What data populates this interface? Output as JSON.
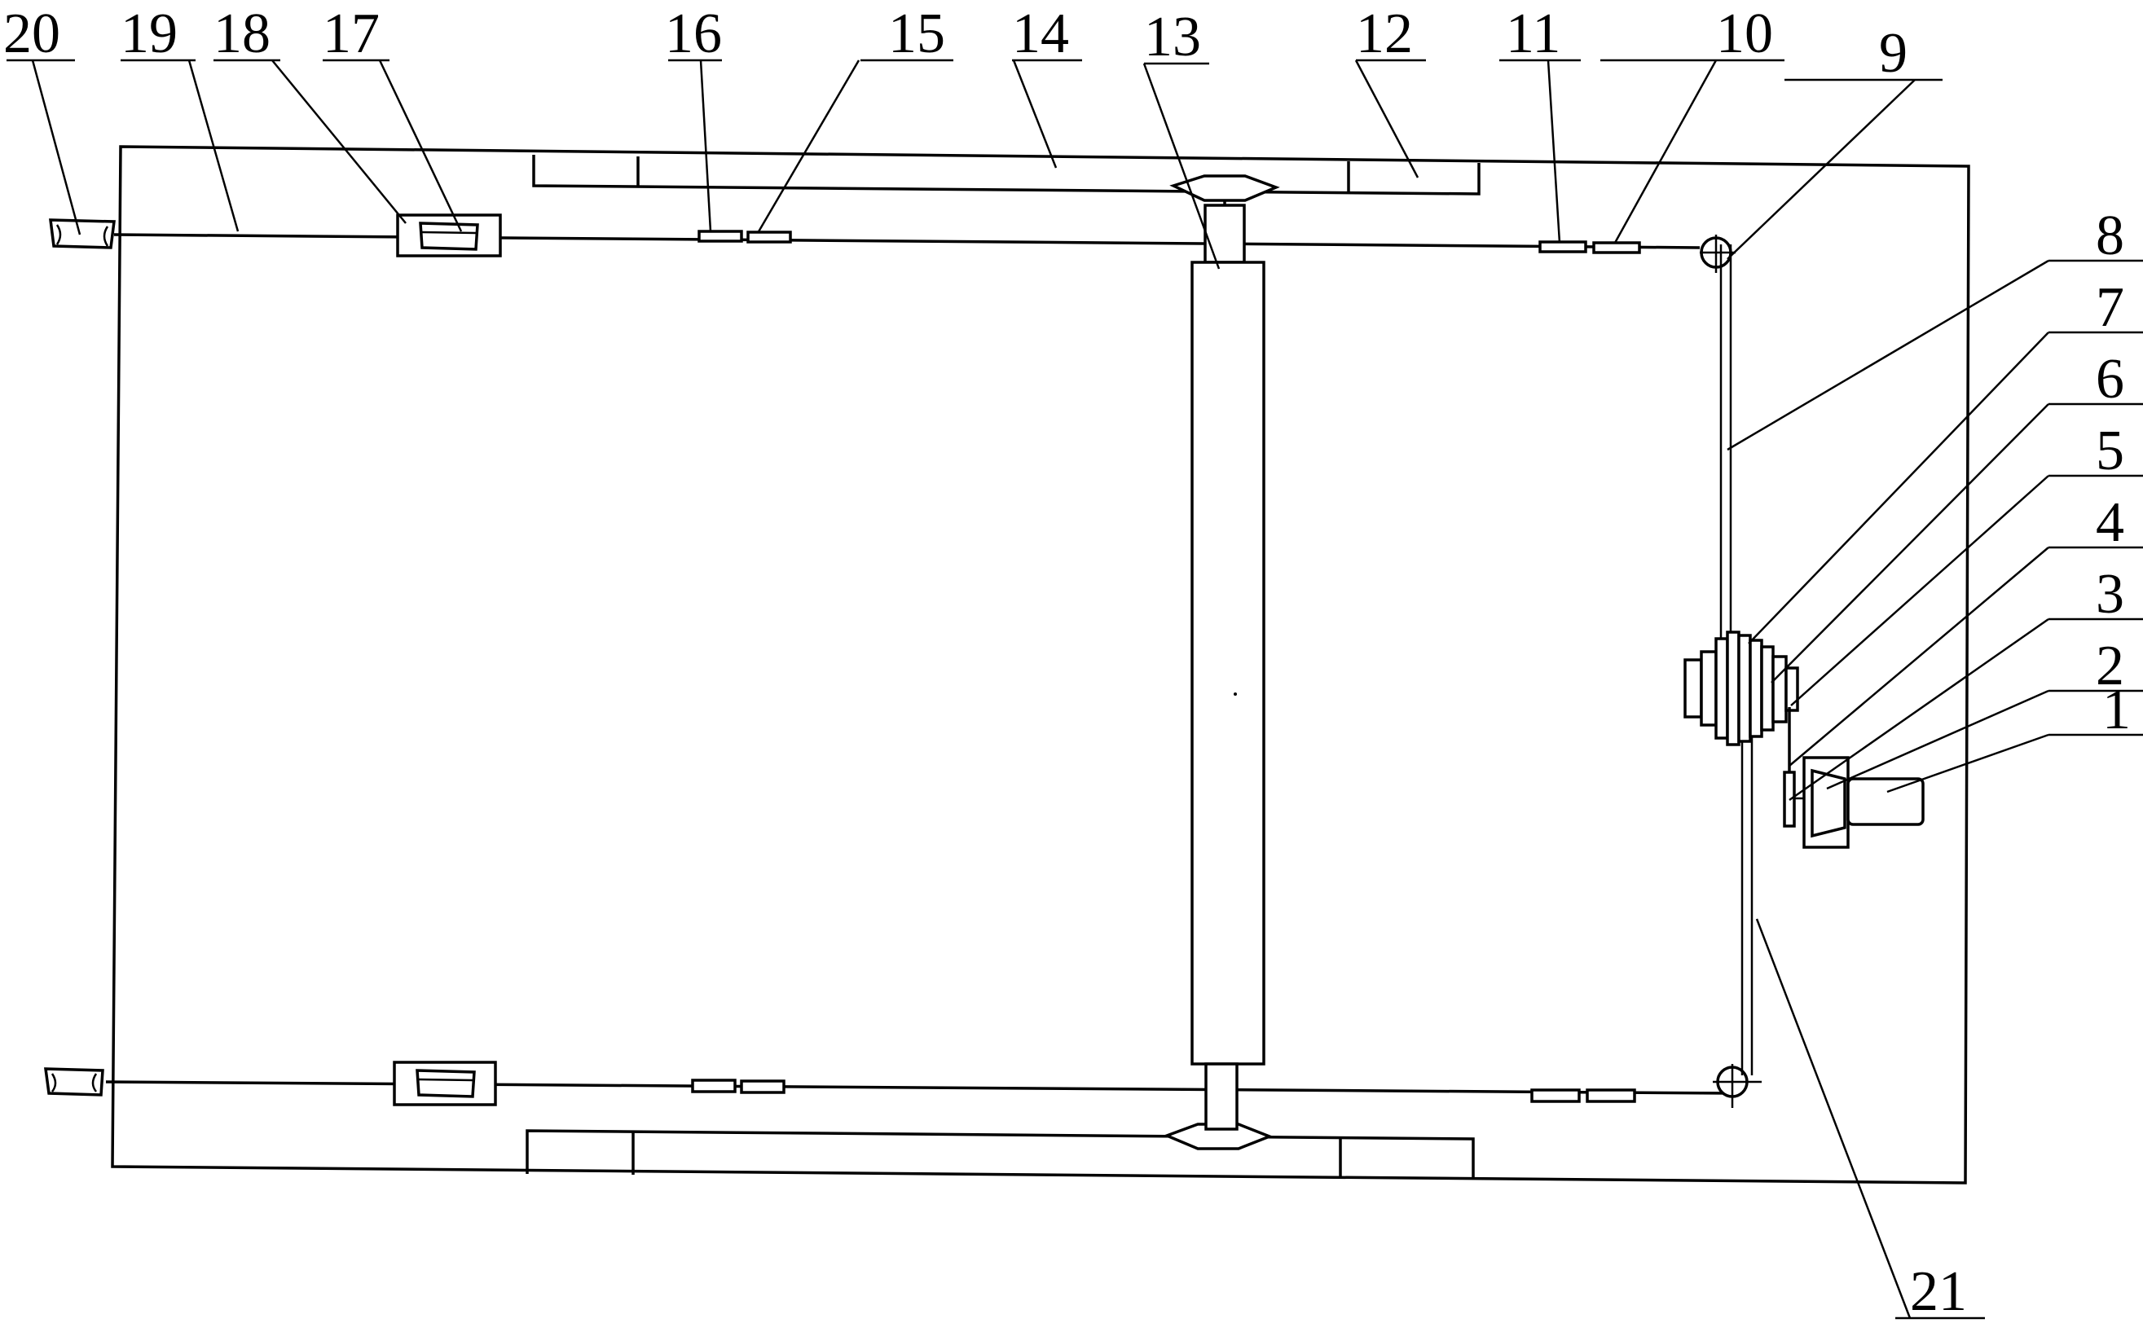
{
  "diagram": {
    "type": "mechanical schematic",
    "callouts": [
      "1",
      "2",
      "3",
      "4",
      "5",
      "6",
      "7",
      "8",
      "9",
      "10",
      "11",
      "12",
      "13",
      "14",
      "15",
      "16",
      "17",
      "18",
      "19",
      "20",
      "21"
    ]
  }
}
